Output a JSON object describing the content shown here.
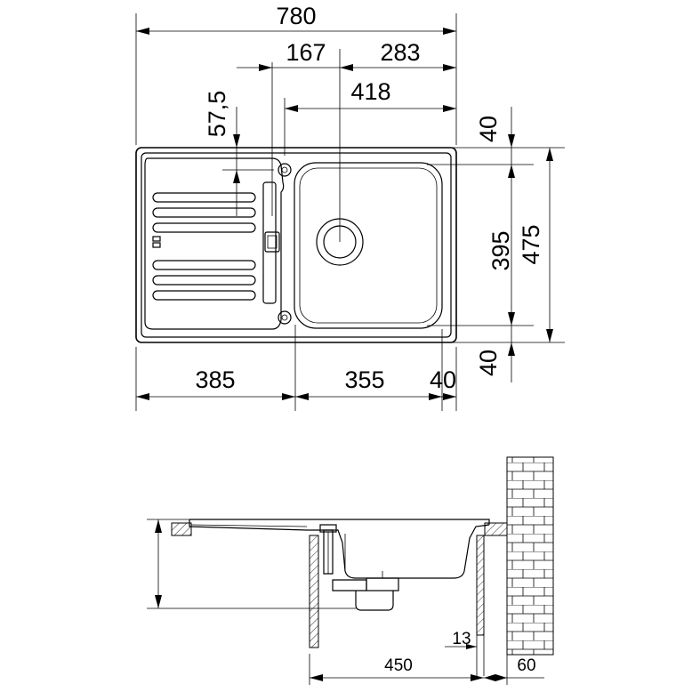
{
  "top_view": {
    "overall_width": "780",
    "tap_offset": "167",
    "bowl_to_right": "283",
    "bowl_width": "418",
    "drainer_offset": "57,5",
    "top_edge": "40",
    "bowl_depth": "395",
    "overall_depth": "475",
    "bottom_edge": "40",
    "drainer_length": "385",
    "bowl_length": "355",
    "right_edge": "40"
  },
  "side_view": {
    "cabinet_width": "450",
    "panel_thickness": "13",
    "wall_gap": "60"
  }
}
